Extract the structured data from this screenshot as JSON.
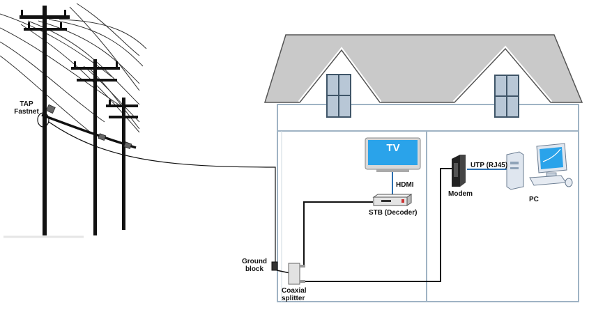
{
  "labels": {
    "tap": [
      "TAP",
      "Fastnet"
    ],
    "tv": "TV",
    "hdmi": "HDMI",
    "stb": "STB (Decoder)",
    "utp": "UTP (RJ45)",
    "modem": "Modem",
    "pc": "PC",
    "ground_block": [
      "Ground",
      "block"
    ],
    "coaxial_splitter": [
      "Coaxial",
      "splitter"
    ]
  },
  "colors": {
    "roof": "#c9c9c9",
    "house_outline": "#9fb3c4",
    "window_glass": "#b8c7d6",
    "tv_screen": "#2aa3ea",
    "cable": "#111111",
    "network_cable": "#2c6fb0"
  },
  "icons": [
    "utility-pole-icon",
    "house-icon",
    "tv-icon",
    "set-top-box-icon",
    "modem-icon",
    "pc-icon",
    "ground-block-icon",
    "coaxial-splitter-icon"
  ]
}
